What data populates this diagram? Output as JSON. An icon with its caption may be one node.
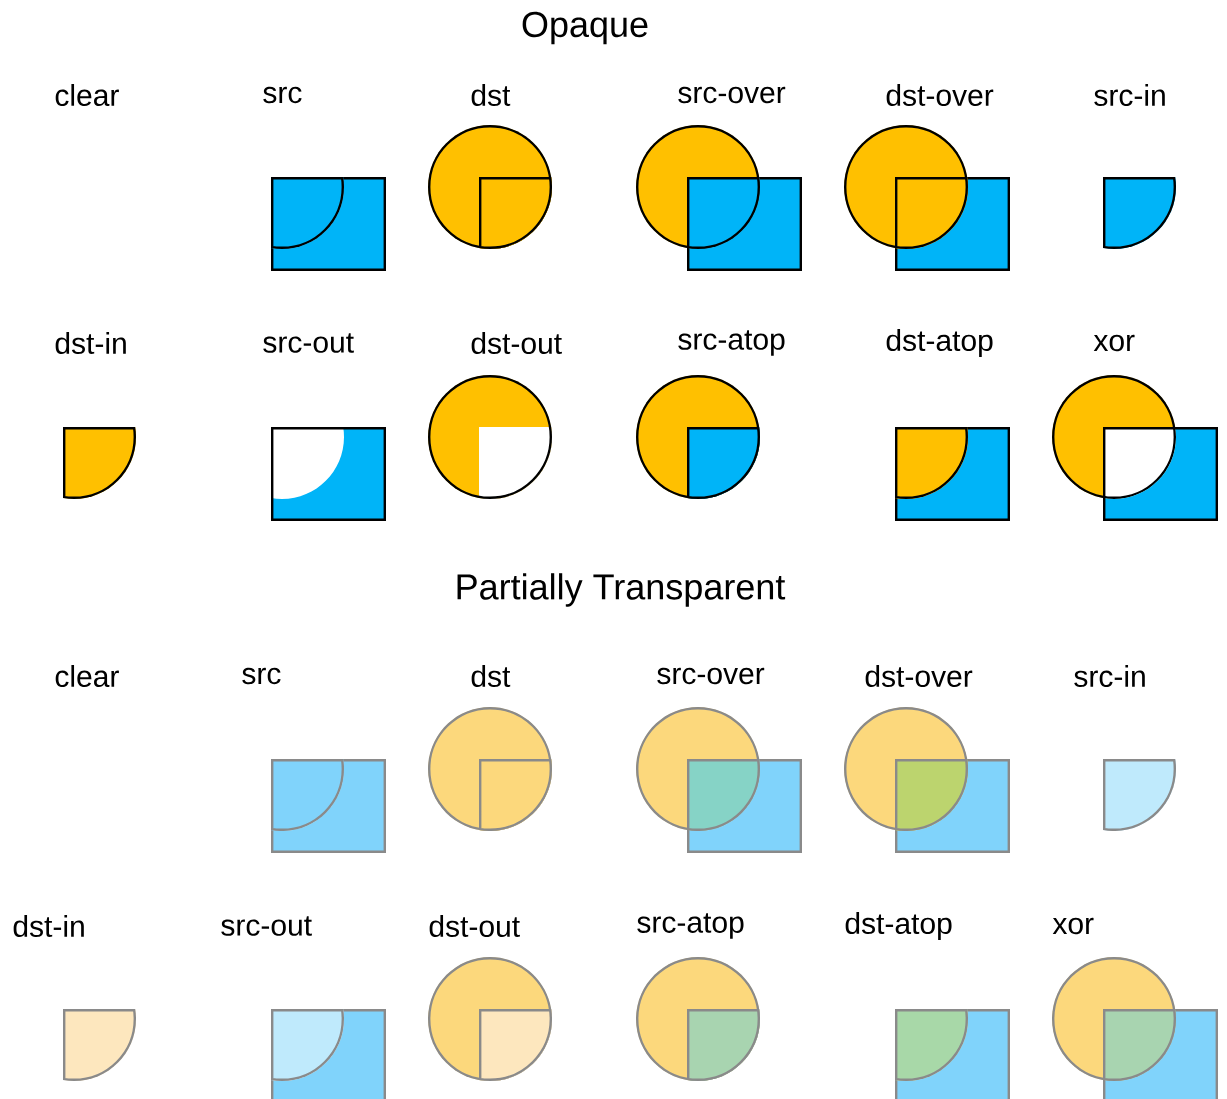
{
  "diagram": {
    "labels": [
      "Opaque",
      "clear",
      "src",
      "dst",
      "src-over",
      "dst-over",
      "src-in",
      "dst-in",
      "src-out",
      "dst-out",
      "src-atop",
      "dst-atop",
      "xor",
      "Partially Transparent",
      "clear",
      "src",
      "dst",
      "src-over",
      "dst-over",
      "src-in",
      "dst-in",
      "src-out",
      "dst-out",
      "src-atop",
      "dst-atop",
      "xor"
    ]
  }
}
